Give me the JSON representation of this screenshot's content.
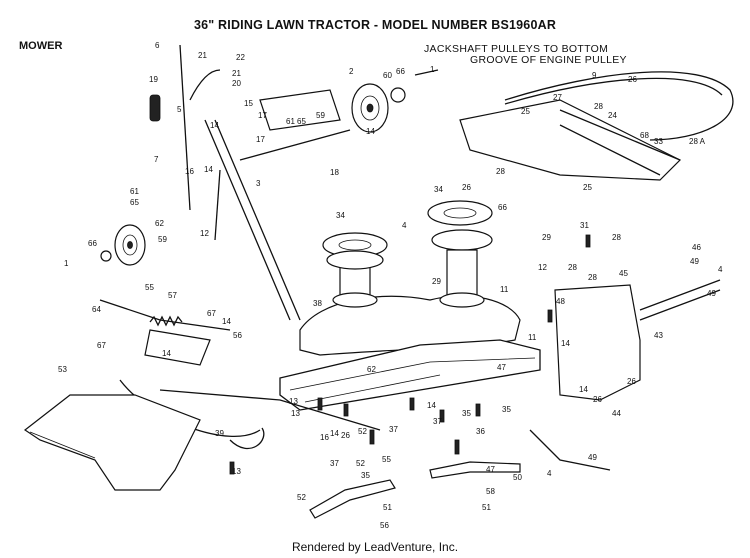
{
  "title": "36\" RIDING LAWN TRACTOR - MODEL NUMBER BS1960AR",
  "section": "MOWER",
  "note": {
    "line1": "JACKSHAFT PULLEYS TO BOTTOM",
    "line2": "GROOVE OF ENGINE PULLEY"
  },
  "footer": "Rendered by LeadVenture, Inc.",
  "callouts": [
    "6",
    "21",
    "22",
    "21",
    "20",
    "19",
    "5",
    "15",
    "17",
    "14",
    "17",
    "61",
    "65",
    "59",
    "14",
    "2",
    "60",
    "66",
    "1",
    "9",
    "26",
    "27",
    "28",
    "24",
    "25",
    "68",
    "33",
    "28 A",
    "7",
    "16",
    "14",
    "3",
    "12",
    "18",
    "61",
    "65",
    "62",
    "59",
    "66",
    "1",
    "4",
    "34",
    "34",
    "26",
    "28",
    "66",
    "25",
    "29",
    "31",
    "28",
    "46",
    "49",
    "4",
    "49",
    "55",
    "57",
    "64",
    "67",
    "14",
    "56",
    "67",
    "14",
    "38",
    "29",
    "11",
    "12",
    "28",
    "28",
    "45",
    "48",
    "43",
    "14",
    "11",
    "26",
    "14",
    "53",
    "62",
    "47",
    "26",
    "44",
    "13",
    "13",
    "16",
    "14",
    "26",
    "37",
    "52",
    "14",
    "35",
    "36",
    "37",
    "35",
    "39",
    "13",
    "37",
    "52",
    "35",
    "55",
    "47",
    "49",
    "4",
    "50",
    "52",
    "51",
    "56",
    "58",
    "51"
  ]
}
